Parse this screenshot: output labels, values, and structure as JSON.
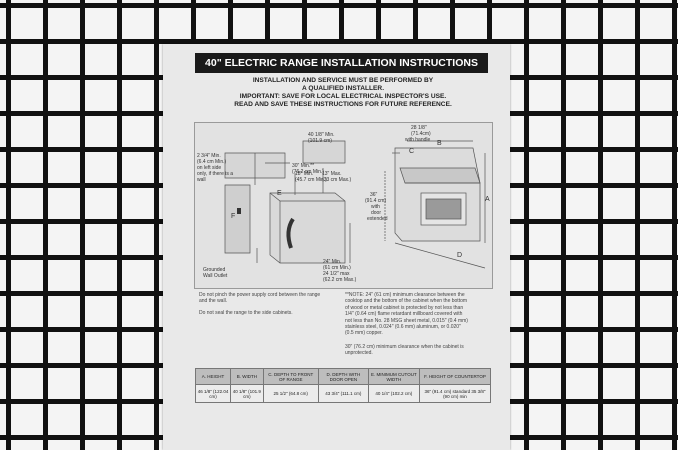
{
  "title": "40\" ELECTRIC RANGE INSTALLATION INSTRUCTIONS",
  "subtitle_lines": [
    "INSTALLATION AND SERVICE MUST BE PERFORMED BY",
    "A QUALIFIED INSTALLER.",
    "IMPORTANT: SAVE FOR LOCAL ELECTRICAL INSPECTOR'S USE.",
    "READ AND SAVE THESE INSTRUCTIONS FOR FUTURE REFERENCE."
  ],
  "diagram_labels": {
    "cabinet_width": "40 1/8\" Min.",
    "cabinet_width_cm": "(101.9 cm)",
    "upper_clearance": "30\" Min.**",
    "upper_clearance_cm": "(76.2 cm Min.)",
    "side_clearance": "2 3/4\" Min.",
    "side_clearance_cm": "(6.4 cm Min.)",
    "side_note_1": "on left side",
    "side_note_2": "only, if there is a",
    "side_note_3": "wall",
    "counter_depth": "18\" Min.",
    "counter_depth_cm": "(45.7 cm Min.)",
    "upper_depth": "13\" Max.",
    "upper_depth_cm": "(33 cm Max.)",
    "outlet": "Grounded",
    "outlet_2": "Wall Outlet",
    "height_range": "24\" Min.",
    "height_range_cm": "(61 cm Min.)",
    "height_max": "24 1/2\" max",
    "height_max_cm": "(62.2 cm Max.)",
    "range_depth": "28 1/8\"",
    "range_depth_cm": "(71.4cm)",
    "range_depth_note": "with handle",
    "door_open": "36\"",
    "door_open_cm": "(91.4 cm)",
    "door_open_note_1": "with",
    "door_open_note_2": "door",
    "door_open_note_3": "extended",
    "letter_a": "A",
    "letter_b": "B",
    "letter_c": "C",
    "letter_d": "D",
    "letter_e": "E",
    "letter_f": "F"
  },
  "notes": {
    "power_cord_1": "Do not pinch the power supply cord between the range",
    "power_cord_2": "and the wall.",
    "side_cabinets": "Do not seal the range to the side cabinets.",
    "clearance_1": "**NOTE: 24\" (61 cm) minimum clearance between the",
    "clearance_2": "cooktop and the bottom of the cabinet when the bottom",
    "clearance_3": "of wood or metal cabinet is protected by not less than",
    "clearance_4": "1/4\" (0.64 cm) flame retardant millboard covered with",
    "clearance_5": "not less than No. 28 MSG sheet metal, 0.015\" (0.4 mm)",
    "clearance_6": "stainless steel, 0.024\" (0.6 mm) aluminum, or 0.020\"",
    "clearance_7": "(0.5 mm) copper.",
    "unprotected_1": "30\" (76.2 cm) minimum clearance when the cabinet is",
    "unprotected_2": "unprotected."
  },
  "table": {
    "headers": [
      "A. HEIGHT",
      "B. WIDTH",
      "C. DEPTH TO FRONT OF RANGE",
      "D. DEPTH WITH DOOR OPEN",
      "E. MINIMUM CUTOUT WIDTH",
      "F. HEIGHT OF COUNTERTOP"
    ],
    "values": [
      "46 1/8\" (122.04 cm)",
      "40 1/8\" (101.9 cm)",
      "25 1/2\" (64.8 cm)",
      "43 3/4\" (111.1 cm)",
      "40 1/4\" (102.2 cm)",
      "36\" (91.4 cm) standard 35 3/8\" (90 cm) min"
    ]
  }
}
